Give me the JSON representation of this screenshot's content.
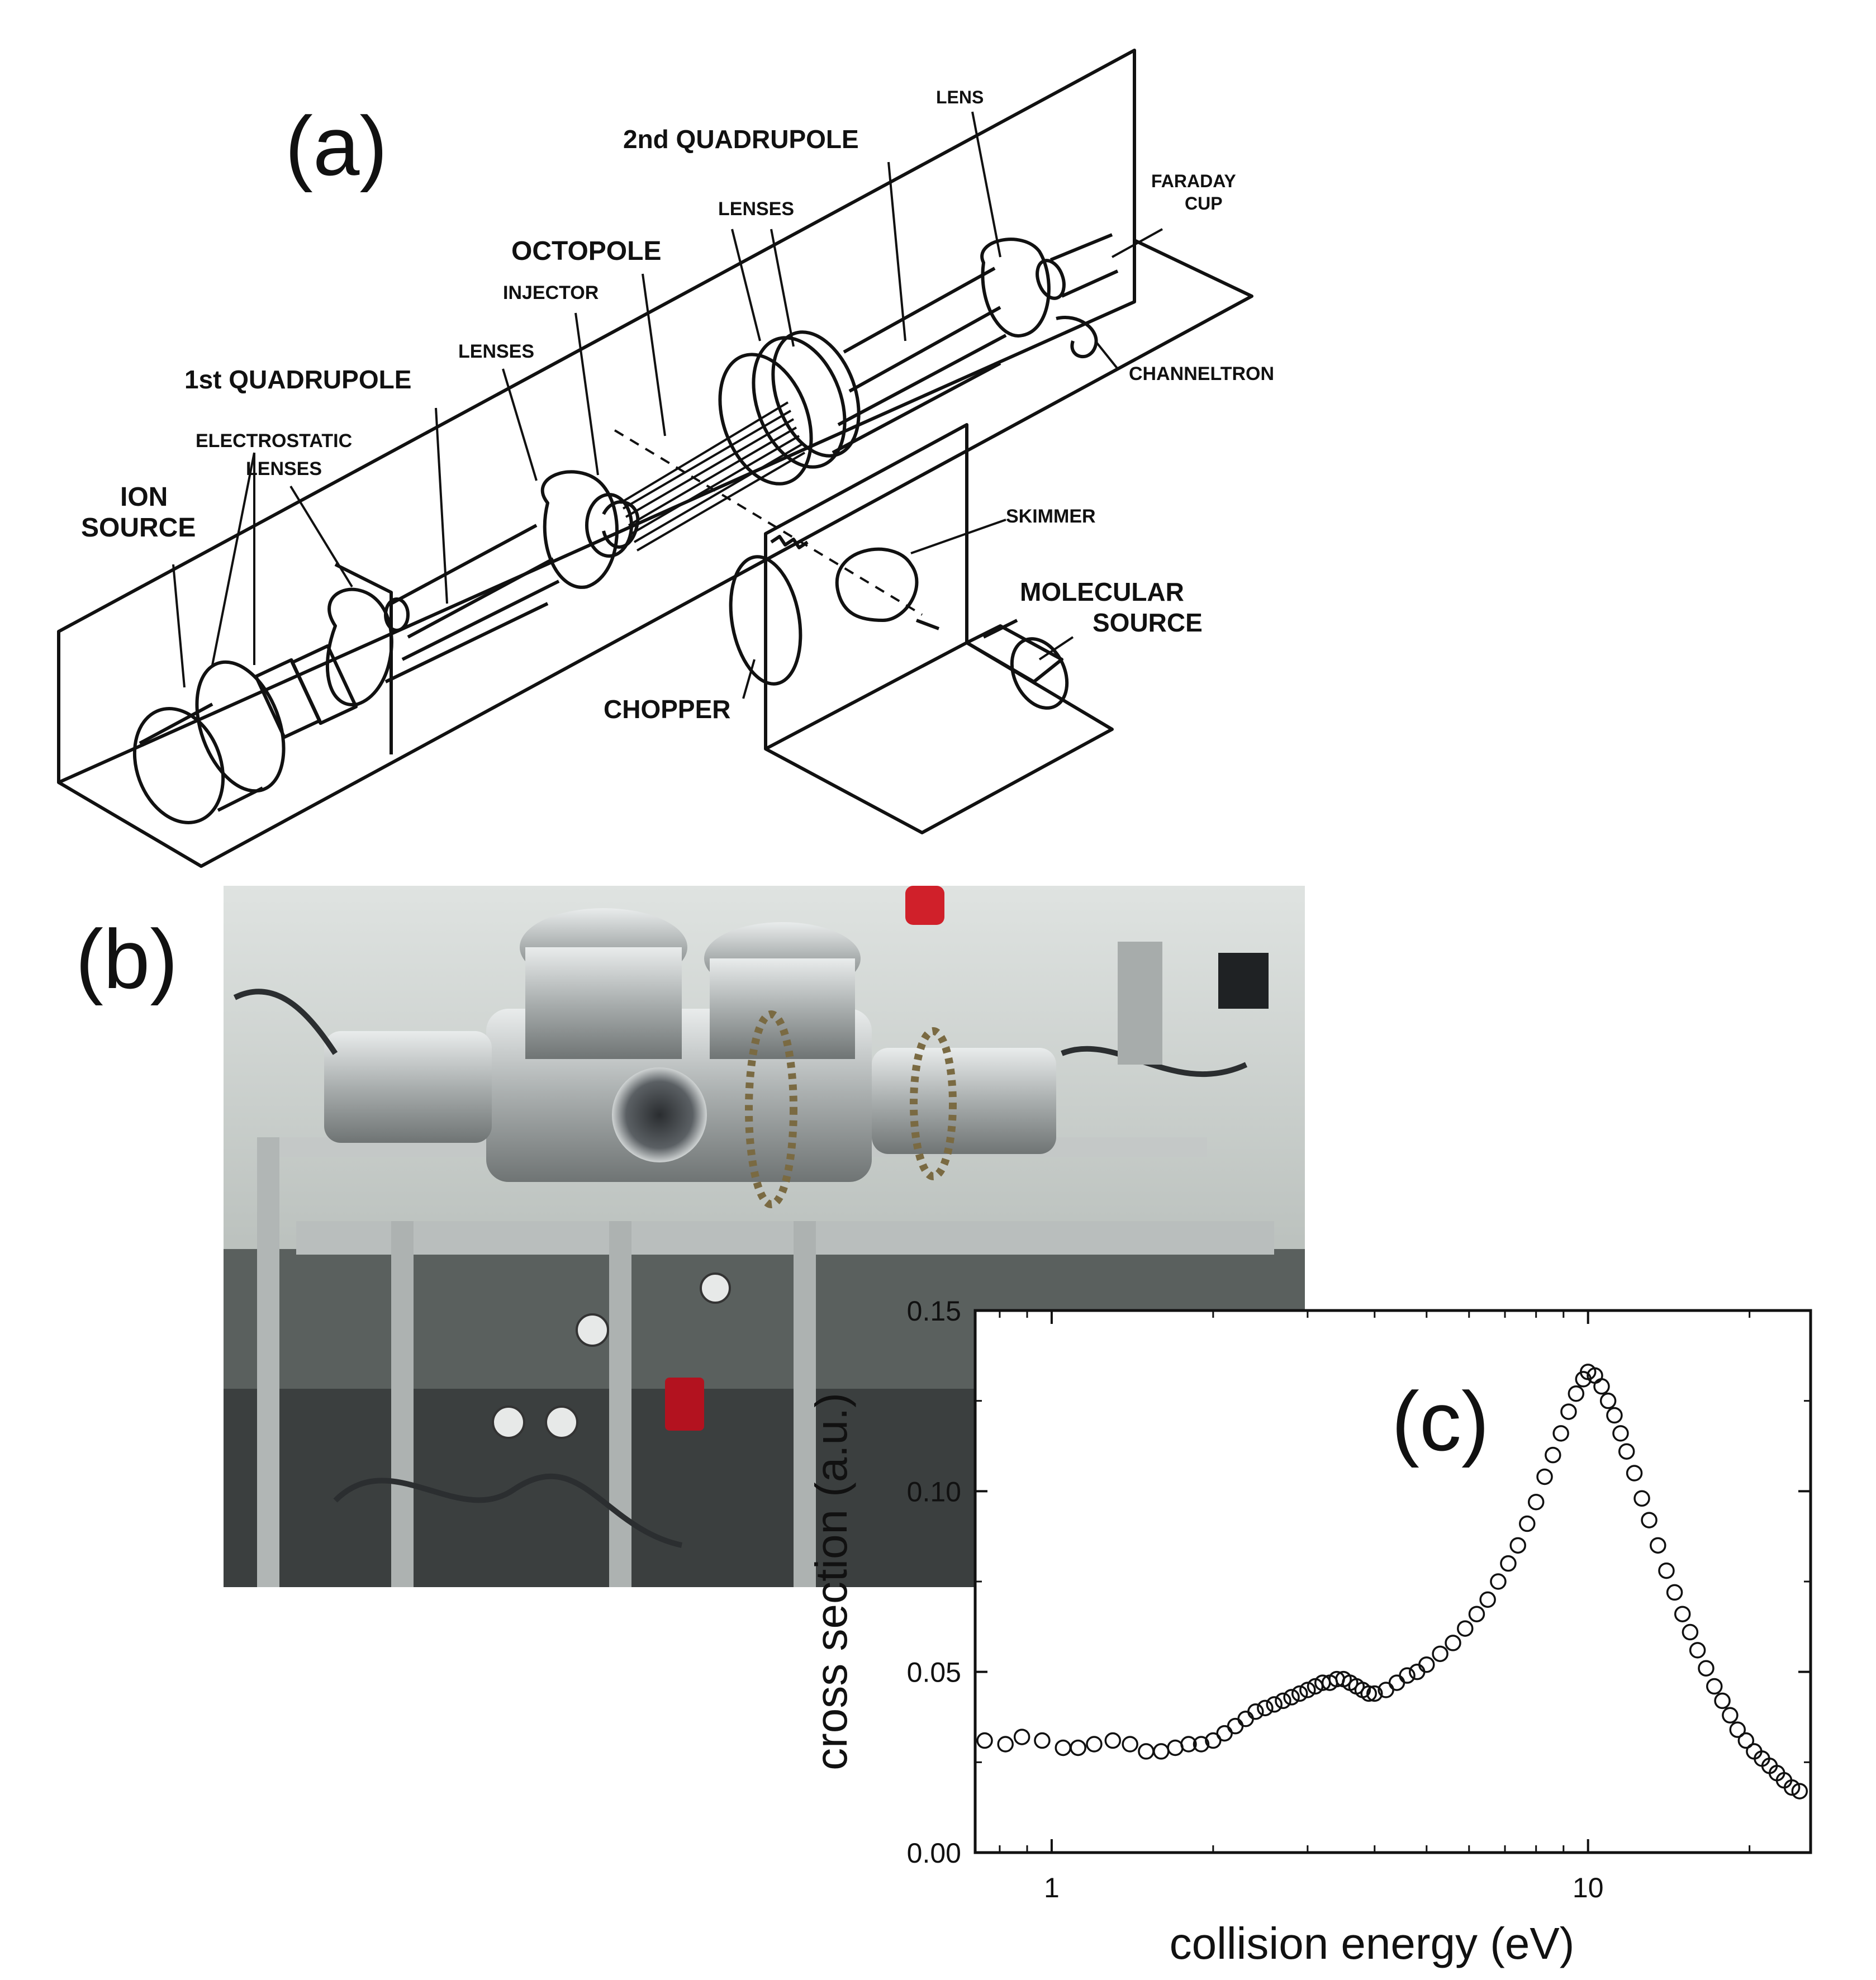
{
  "panels": {
    "a": "(a)",
    "b": "(b)",
    "c": "(c)"
  },
  "diagram": {
    "labels": {
      "ion_source_1": "ION",
      "ion_source_2": "SOURCE",
      "electrostatic_1": "ELECTROSTATIC",
      "electrostatic_2": "LENSES",
      "quad1": "1st QUADRUPOLE",
      "lenses1": "LENSES",
      "injector": "INJECTOR",
      "octopole": "OCTOPOLE",
      "lenses2": "LENSES",
      "quad2": "2nd QUADRUPOLE",
      "lens": "LENS",
      "faraday_1": "FARADAY",
      "faraday_2": "CUP",
      "channeltron": "CHANNELTRON",
      "skimmer": "SKIMMER",
      "molecular_1": "MOLECULAR",
      "molecular_2": "SOURCE",
      "chopper": "CHOPPER"
    }
  },
  "photo": {
    "description_icon": "apparatus-photo"
  },
  "chart_data": {
    "type": "scatter",
    "xlabel": "collision energy (eV)",
    "ylabel": "cross section (a.u.)",
    "x_scale": "log",
    "xlim": [
      0.72,
      26
    ],
    "ylim": [
      0,
      0.15
    ],
    "x_ticks": [
      1,
      10
    ],
    "x_tick_labels": [
      "1",
      "10"
    ],
    "y_ticks": [
      0.0,
      0.05,
      0.1,
      0.15
    ],
    "y_tick_labels": [
      "0.00",
      "0.05",
      "0.10",
      "0.15"
    ],
    "marker": "open-circle",
    "points": [
      [
        0.75,
        0.031
      ],
      [
        0.82,
        0.03
      ],
      [
        0.88,
        0.032
      ],
      [
        0.96,
        0.031
      ],
      [
        1.05,
        0.029
      ],
      [
        1.12,
        0.029
      ],
      [
        1.2,
        0.03
      ],
      [
        1.3,
        0.031
      ],
      [
        1.4,
        0.03
      ],
      [
        1.5,
        0.028
      ],
      [
        1.6,
        0.028
      ],
      [
        1.7,
        0.029
      ],
      [
        1.8,
        0.03
      ],
      [
        1.9,
        0.03
      ],
      [
        2.0,
        0.031
      ],
      [
        2.1,
        0.033
      ],
      [
        2.2,
        0.035
      ],
      [
        2.3,
        0.037
      ],
      [
        2.4,
        0.039
      ],
      [
        2.5,
        0.04
      ],
      [
        2.6,
        0.041
      ],
      [
        2.7,
        0.042
      ],
      [
        2.8,
        0.043
      ],
      [
        2.9,
        0.044
      ],
      [
        3.0,
        0.045
      ],
      [
        3.1,
        0.046
      ],
      [
        3.2,
        0.047
      ],
      [
        3.3,
        0.047
      ],
      [
        3.4,
        0.048
      ],
      [
        3.5,
        0.048
      ],
      [
        3.6,
        0.047
      ],
      [
        3.7,
        0.046
      ],
      [
        3.8,
        0.045
      ],
      [
        3.9,
        0.044
      ],
      [
        4.0,
        0.044
      ],
      [
        4.2,
        0.045
      ],
      [
        4.4,
        0.047
      ],
      [
        4.6,
        0.049
      ],
      [
        4.8,
        0.05
      ],
      [
        5.0,
        0.052
      ],
      [
        5.3,
        0.055
      ],
      [
        5.6,
        0.058
      ],
      [
        5.9,
        0.062
      ],
      [
        6.2,
        0.066
      ],
      [
        6.5,
        0.07
      ],
      [
        6.8,
        0.075
      ],
      [
        7.1,
        0.08
      ],
      [
        7.4,
        0.085
      ],
      [
        7.7,
        0.091
      ],
      [
        8.0,
        0.097
      ],
      [
        8.3,
        0.104
      ],
      [
        8.6,
        0.11
      ],
      [
        8.9,
        0.116
      ],
      [
        9.2,
        0.122
      ],
      [
        9.5,
        0.127
      ],
      [
        9.8,
        0.131
      ],
      [
        10.0,
        0.133
      ],
      [
        10.3,
        0.132
      ],
      [
        10.6,
        0.129
      ],
      [
        10.9,
        0.125
      ],
      [
        11.2,
        0.121
      ],
      [
        11.5,
        0.116
      ],
      [
        11.8,
        0.111
      ],
      [
        12.2,
        0.105
      ],
      [
        12.6,
        0.098
      ],
      [
        13.0,
        0.092
      ],
      [
        13.5,
        0.085
      ],
      [
        14.0,
        0.078
      ],
      [
        14.5,
        0.072
      ],
      [
        15.0,
        0.066
      ],
      [
        15.5,
        0.061
      ],
      [
        16.0,
        0.056
      ],
      [
        16.6,
        0.051
      ],
      [
        17.2,
        0.046
      ],
      [
        17.8,
        0.042
      ],
      [
        18.4,
        0.038
      ],
      [
        19.0,
        0.034
      ],
      [
        19.7,
        0.031
      ],
      [
        20.4,
        0.028
      ],
      [
        21.1,
        0.026
      ],
      [
        21.8,
        0.024
      ],
      [
        22.5,
        0.022
      ],
      [
        23.2,
        0.02
      ],
      [
        24.0,
        0.018
      ],
      [
        24.8,
        0.017
      ]
    ]
  }
}
